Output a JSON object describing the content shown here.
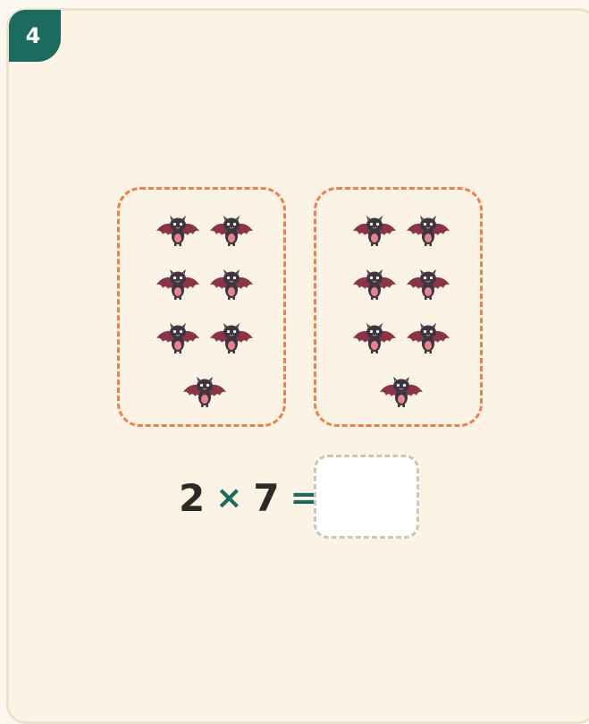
{
  "question": {
    "number": "4"
  },
  "groups": [
    {
      "count": 7,
      "icon": "bat-icon"
    },
    {
      "count": 7,
      "icon": "bat-icon"
    }
  ],
  "equation": {
    "left": "2",
    "operator": "×",
    "right": "7",
    "equals": "=",
    "answer_value": ""
  },
  "colors": {
    "badge": "#1b6b5f",
    "group_border": "#ef7e4f",
    "operator": "#1b6b5f",
    "answer_border": "#cfc6b6",
    "card_bg": "#fbf3e5"
  }
}
